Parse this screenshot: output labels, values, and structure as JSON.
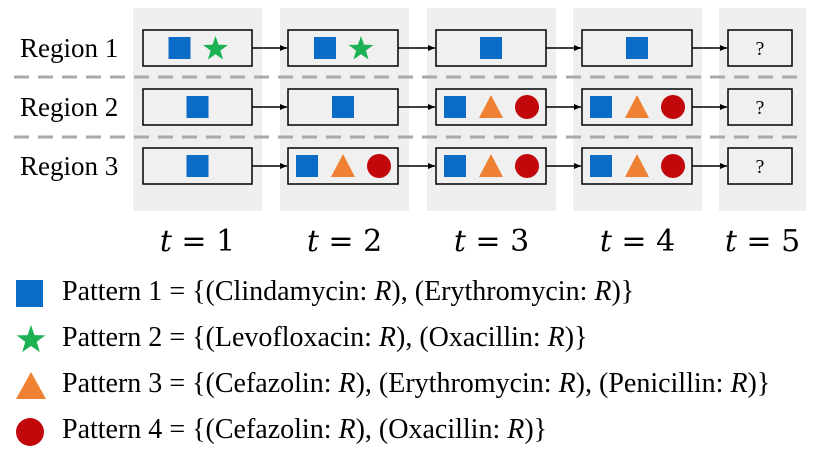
{
  "colors": {
    "column_bg": "#efefef",
    "cell_fill": "#f0f0f0",
    "separator": "#a9a9a9",
    "pattern1": "#0a6cc6",
    "pattern2": "#1cb254",
    "pattern3": "#ef8232",
    "pattern4": "#c2080a"
  },
  "regions": [
    {
      "label": "Region 1",
      "cells": [
        [
          "pattern1",
          "pattern2"
        ],
        [
          "pattern1",
          "pattern2"
        ],
        [
          "pattern1"
        ],
        [
          "pattern1"
        ],
        "?"
      ]
    },
    {
      "label": "Region 2",
      "cells": [
        [
          "pattern1"
        ],
        [
          "pattern1"
        ],
        [
          "pattern1",
          "pattern3",
          "pattern4"
        ],
        [
          "pattern1",
          "pattern3",
          "pattern4"
        ],
        "?"
      ]
    },
    {
      "label": "Region 3",
      "cells": [
        [
          "pattern1"
        ],
        [
          "pattern1",
          "pattern3",
          "pattern4"
        ],
        [
          "pattern1",
          "pattern3",
          "pattern4"
        ],
        [
          "pattern1",
          "pattern3",
          "pattern4"
        ],
        "?"
      ]
    }
  ],
  "time_labels": [
    "t = 1",
    "t = 2",
    "t = 3",
    "t = 4",
    "t = 5"
  ],
  "legend": [
    {
      "icon": "square-icon",
      "shape": "pattern1",
      "name": "Pattern 1",
      "text": "{(Clindamycin: R), (Erythromycin: R)}"
    },
    {
      "icon": "star-icon",
      "shape": "pattern2",
      "name": "Pattern 2",
      "text": "{(Levofloxacin: R), (Oxacillin: R)}"
    },
    {
      "icon": "triangle-icon",
      "shape": "pattern3",
      "name": "Pattern 3",
      "text": "{(Cefazolin: R), (Erythromycin: R), (Penicillin: R)}"
    },
    {
      "icon": "circle-icon",
      "shape": "pattern4",
      "name": "Pattern 4",
      "text": "{(Cefazolin: R), (Oxacillin: R)}"
    }
  ]
}
